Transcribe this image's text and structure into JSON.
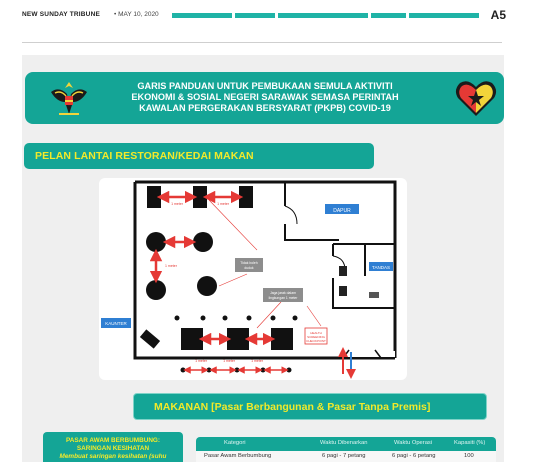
{
  "masthead": {
    "publication": "NEW SUNDAY TRIBUNE",
    "date": "• MAY 10, 2020",
    "page": "A5",
    "accent": "#1fb3a6"
  },
  "banner": {
    "lines": [
      "GARIS PANDUAN UNTUK PEMBUKAAN SEMULA AKTIVITI",
      "EKONOMI & SOSIAL NEGERI SARAWAK SEMASA PERINTAH",
      "KAWALAN PERGERAKAN BERSYARAT (PKPB) COVID-19"
    ],
    "crest_icon": "sarawak-crest-icon",
    "heart_icon": "sarawak-heart-icon"
  },
  "section_title": "PELAN LANTAI RESTORAN/KEDAI MAKAN",
  "floor_plan": {
    "dapur": "DAPUR",
    "tandas": "TANDAS",
    "kaunter": "KAUNTER",
    "meter_label": "1 meter",
    "note1": [
      "Tidak boleh",
      "duduk"
    ],
    "note2": [
      "Jaga jarak dalam",
      "lingkungan 1 meter"
    ],
    "screening": [
      "HEALTH",
      "SCREENING",
      "CHECKPOINT"
    ]
  },
  "makanan_title": "MAKANAN [Pasar Berbangunan & Pasar Tanpa Premis]",
  "pasar_box": {
    "lines": [
      "PASAR AWAM BERBUMBUNG:",
      "SARINGAN KESIHATAN",
      "Membuat saringan kesihatan (suhu"
    ]
  },
  "table": {
    "headers": [
      "Kategori",
      "Waktu Dibenarkan",
      "Waktu Operasi",
      "Kapasiti (%)"
    ],
    "rows": [
      [
        "Pasar Awam Berbumbung",
        "6 pagi - 7 petang",
        "6 pagi - 6 petang",
        "100"
      ]
    ]
  },
  "colors": {
    "teal": "#14a596",
    "yellow": "#f3ea2a",
    "red": "#e53935"
  }
}
